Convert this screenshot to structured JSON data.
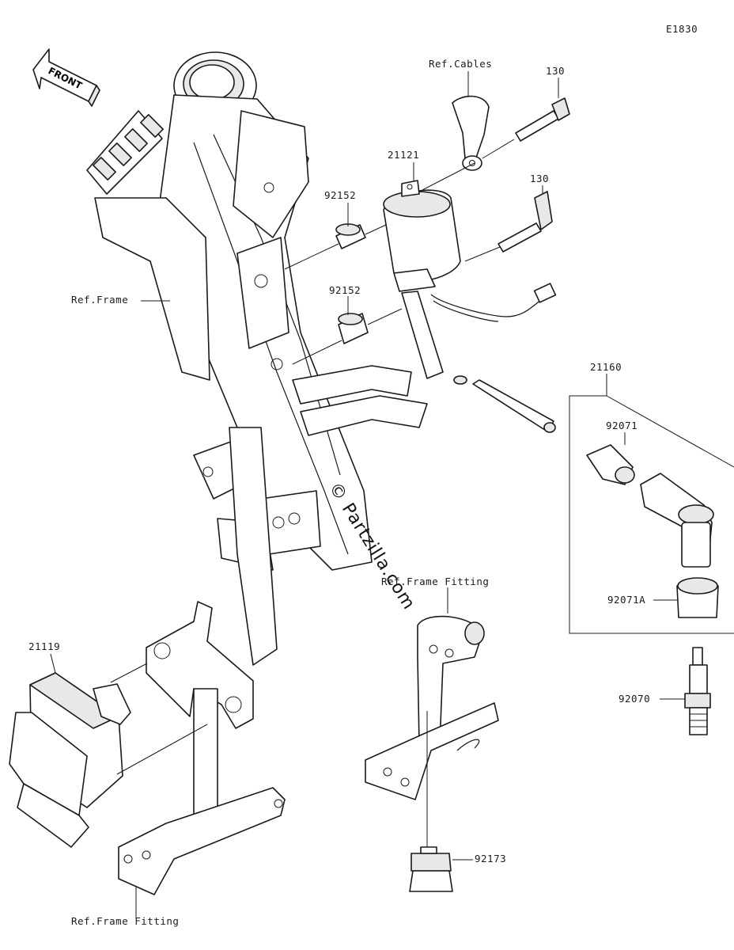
{
  "diagram_code": "E1830",
  "watermark": "© Partzilla.com",
  "front_arrow": {
    "text": "FRONT"
  },
  "labels": {
    "ref_cables": "Ref.Cables",
    "bolt_upper": "130",
    "bolt_lower": "130",
    "coil": "21121",
    "collar_upper": "92152",
    "collar_lower": "92152",
    "ref_frame": "Ref.Frame",
    "cap_assembly": "21160",
    "cap_seal": "92071",
    "cap_seal_a": "92071A",
    "spark_plug": "92070",
    "ref_frame_fitting_center": "Ref.Frame Fitting",
    "igniter": "21119",
    "clamp": "92173",
    "ref_frame_fitting_bottom": "Ref.Frame Fitting"
  }
}
